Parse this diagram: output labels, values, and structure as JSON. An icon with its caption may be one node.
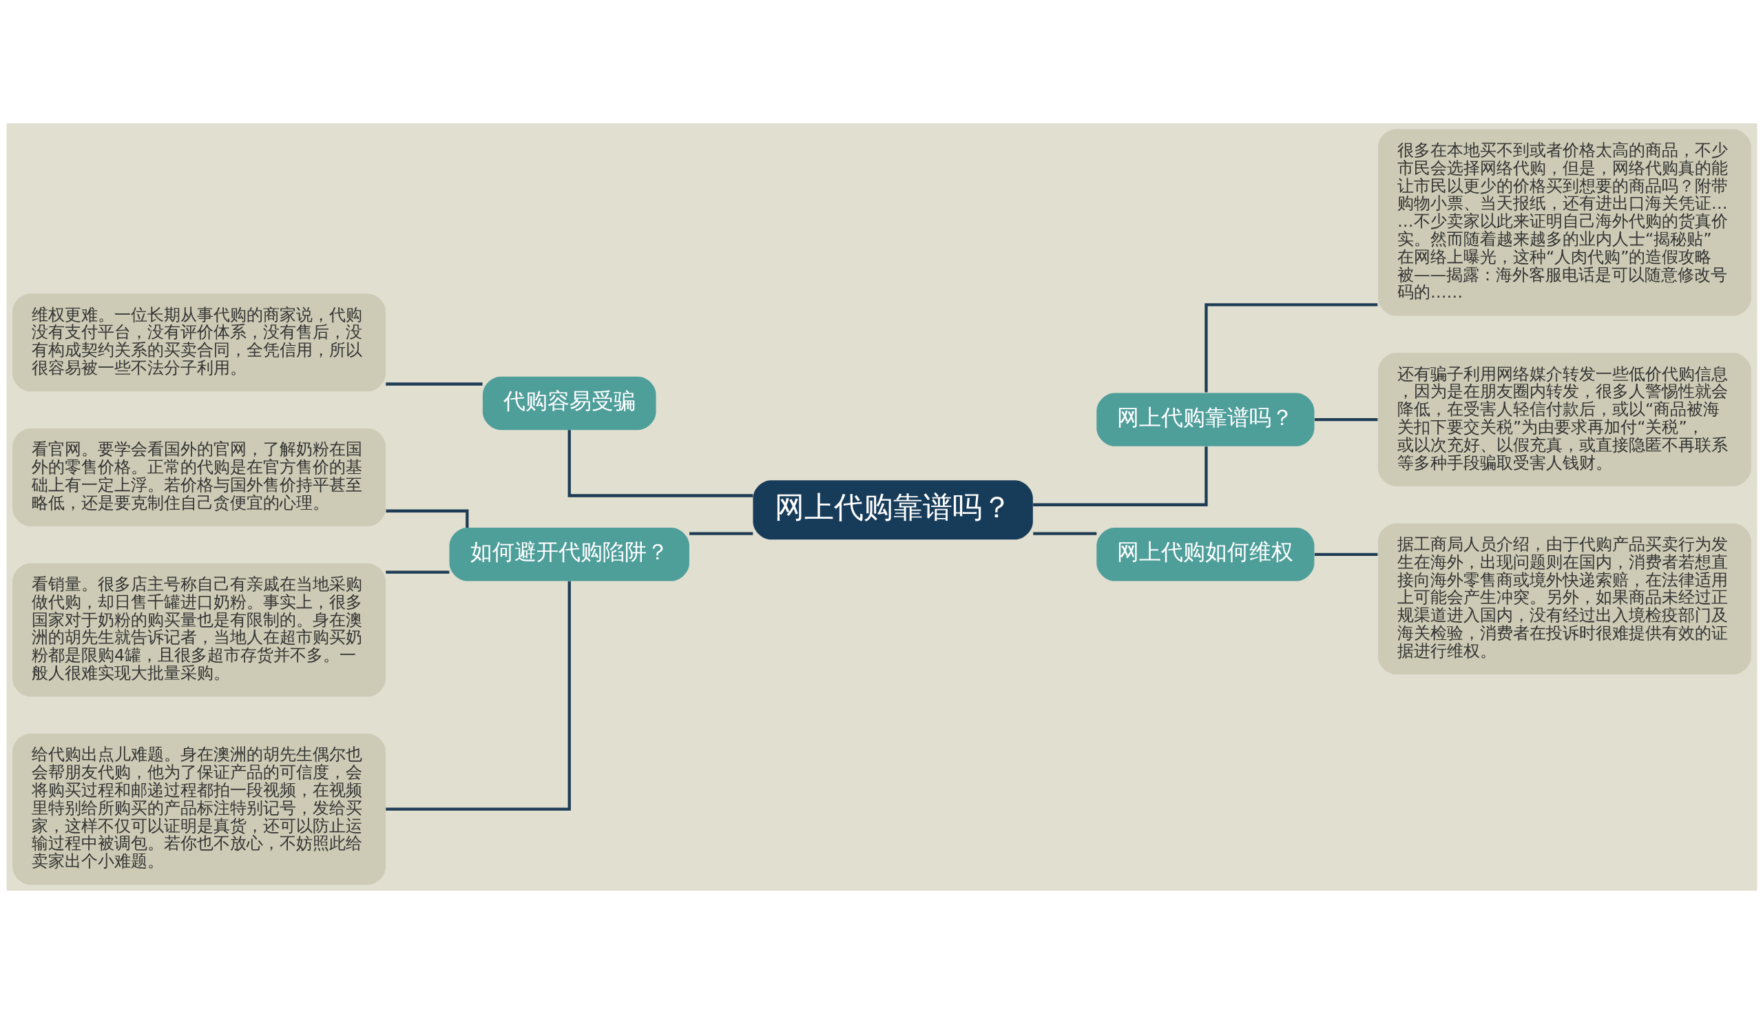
{
  "diagram": {
    "nodes": [
      {
        "text": [
          "网上代购靠谱吗？"
        ]
      },
      {
        "text": [
          "代购容易受骗"
        ]
      },
      {
        "text": [
          "维权更难。一位长期从事代购的商家说，代购没有支付平台，没有评价体系，没有售后，没有构成契约关系的买卖合同，全凭信用，所以很容易被一些不法分子利用。"
        ]
      },
      {
        "text": [
          "如何避开代购陷阱？"
        ]
      },
      {
        "text": [
          "看官网。要学会看国外的官网，了解奶粉在国外的零售价格。正常的代购是在官方售价的基础上有一定上浮。若价格与国外售价持平甚至略低，还是要克制住自己贪便宜的心理。"
        ]
      },
      {
        "text": [
          "看销量。很多店主号称自己有亲戚在当地采购做代购，却日售千罐进口奶粉。事实上，很多国家对于奶粉的购买量也是有限制的。身在澳洲的胡先生就告诉记者，当地人在超市购买奶粉都是限购4罐，且很多超市存货并不多。一般人很难实现大批量采购。"
        ]
      },
      {
        "text": [
          "给代购出点儿难题。身在澳洲的胡先生偶尔也会帮朋友代购，他为了保证产品的可信度，会将购买过程和邮递过程都拍一段视频，在视频里特别给所购买的产品标注特别记号，发给买家，这样不仅可以证明是真货，还可以防止运输过程中被调包。若你也不放心，不妨照此给卖家出个小难题。"
        ]
      },
      {
        "text": [
          "网上代购靠谱吗？"
        ]
      },
      {
        "text": [
          "很多在本地买不到或者价格太高的商品，不少市民会选择网络代购，但是，网络代购真的能让市民以更少的价格买到想要的商品吗？附带购物小票、当天报纸，还有进出口海关凭证……不少卖家以此来证明自己海外代购的货真价实。然而随着越来越多的业内人士“揭秘贴”在网络上曝光，这种“人肉代购”的造假攻略被——揭露：海外客服电话是可以随意修改号码的……"
        ]
      },
      {
        "text": [
          "还有骗子利用网络媒介转发一些低价代购信息，因为是在朋友圈内转发，很多人警惕性就会降低，在受害人轻信付款后，或以“商品被海关扣下要交关税”为由要求再加付“关税”，或以次充好、以假充真，或直接隐匿不再联系等多种手段骗取受害人钱财。"
        ]
      },
      {
        "text": [
          "网上代购如何维权"
        ]
      },
      {
        "text": [
          "据工商局人员介绍，由于代购产品买卖行为发生在海外，出现问题则在国内，消费者若想直接向海外零售商或境外快递索赔，在法律适用上可能会产生冲突。另外，如果商品未经过正规渠道进入国内，没有经过出入境检疫部门及海关检验，消费者在投诉时很难提供有效的证据进行维权。"
        ]
      }
    ],
    "edges": [
      {
        "from": 0,
        "to": 1,
        "arrow": "none"
      },
      {
        "from": 1,
        "to": 2,
        "arrow": "none"
      },
      {
        "from": 0,
        "to": 3,
        "arrow": "none"
      },
      {
        "from": 3,
        "to": 4,
        "arrow": "none"
      },
      {
        "from": 3,
        "to": 5,
        "arrow": "none"
      },
      {
        "from": 3,
        "to": 6,
        "arrow": "none"
      },
      {
        "from": 0,
        "to": 7,
        "arrow": "none"
      },
      {
        "from": 7,
        "to": 8,
        "arrow": "none"
      },
      {
        "from": 7,
        "to": 9,
        "arrow": "none"
      },
      {
        "from": 0,
        "to": 10,
        "arrow": "none"
      },
      {
        "from": 10,
        "to": 11,
        "arrow": "none"
      }
    ]
  }
}
